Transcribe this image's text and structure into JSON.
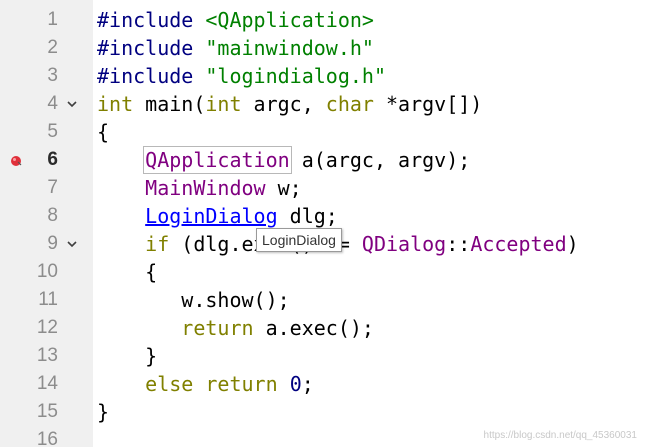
{
  "colors": {
    "preprocessor": "#000080",
    "string": "#008000",
    "keyword": "#808000",
    "type": "#800080",
    "link": "#0000ff",
    "gutter_bg": "#f0f0f0"
  },
  "editor": {
    "lines": [
      {
        "number": "1",
        "tokens": [
          {
            "t": "#include",
            "c": "pp"
          },
          {
            "t": " ",
            "c": "plain"
          },
          {
            "t": "<QApplication>",
            "c": "str"
          }
        ]
      },
      {
        "number": "2",
        "tokens": [
          {
            "t": "#include",
            "c": "pp"
          },
          {
            "t": " ",
            "c": "plain"
          },
          {
            "t": "\"mainwindow.h\"",
            "c": "str"
          }
        ]
      },
      {
        "number": "3",
        "tokens": [
          {
            "t": "#include",
            "c": "pp"
          },
          {
            "t": " ",
            "c": "plain"
          },
          {
            "t": "\"logindialog.h\"",
            "c": "str"
          }
        ]
      },
      {
        "number": "4",
        "fold": true,
        "tokens": [
          {
            "t": "int",
            "c": "kw"
          },
          {
            "t": " main(",
            "c": "plain"
          },
          {
            "t": "int",
            "c": "kw"
          },
          {
            "t": " argc, ",
            "c": "plain"
          },
          {
            "t": "char",
            "c": "kw"
          },
          {
            "t": " *argv[])",
            "c": "plain"
          }
        ]
      },
      {
        "number": "5",
        "tokens": [
          {
            "t": "{",
            "c": "plain"
          }
        ]
      },
      {
        "number": "6",
        "current": true,
        "breakpoint": true,
        "tokens": [
          {
            "t": "    ",
            "c": "plain"
          },
          {
            "t": "QApplication",
            "c": "ty",
            "boxed": true
          },
          {
            "t": " a(argc, argv);",
            "c": "plain"
          }
        ]
      },
      {
        "number": "7",
        "tokens": [
          {
            "t": "    ",
            "c": "plain"
          },
          {
            "t": "MainWindow",
            "c": "ty"
          },
          {
            "t": " w;",
            "c": "plain"
          }
        ]
      },
      {
        "number": "8",
        "tokens": [
          {
            "t": "    ",
            "c": "plain"
          },
          {
            "t": "LoginDialog",
            "c": "link"
          },
          {
            "t": " dlg;",
            "c": "plain"
          }
        ]
      },
      {
        "number": "9",
        "fold": true,
        "tokens": [
          {
            "t": "    ",
            "c": "plain"
          },
          {
            "t": "if",
            "c": "kw"
          },
          {
            "t": " (dlg.exec() == ",
            "c": "plain"
          },
          {
            "t": "QDialog",
            "c": "ty"
          },
          {
            "t": "::",
            "c": "plain"
          },
          {
            "t": "Accepted",
            "c": "ty"
          },
          {
            "t": ")",
            "c": "plain"
          }
        ]
      },
      {
        "number": "10",
        "tokens": [
          {
            "t": "    {",
            "c": "plain"
          }
        ]
      },
      {
        "number": "11",
        "tokens": [
          {
            "t": "       w.show();",
            "c": "plain"
          }
        ]
      },
      {
        "number": "12",
        "tokens": [
          {
            "t": "       ",
            "c": "plain"
          },
          {
            "t": "return",
            "c": "kw"
          },
          {
            "t": " a.exec();",
            "c": "plain"
          }
        ]
      },
      {
        "number": "13",
        "tokens": [
          {
            "t": "    }",
            "c": "plain"
          }
        ]
      },
      {
        "number": "14",
        "tokens": [
          {
            "t": "    ",
            "c": "plain"
          },
          {
            "t": "else",
            "c": "kw"
          },
          {
            "t": " ",
            "c": "plain"
          },
          {
            "t": "return",
            "c": "kw"
          },
          {
            "t": " ",
            "c": "plain"
          },
          {
            "t": "0",
            "c": "num"
          },
          {
            "t": ";",
            "c": "plain"
          }
        ]
      },
      {
        "number": "15",
        "tokens": [
          {
            "t": "}",
            "c": "plain"
          }
        ]
      },
      {
        "number": "16",
        "tokens": []
      }
    ]
  },
  "tooltip": {
    "text": "LoginDialog"
  },
  "watermark": {
    "text": "https://blog.csdn.net/qq_45360031"
  }
}
